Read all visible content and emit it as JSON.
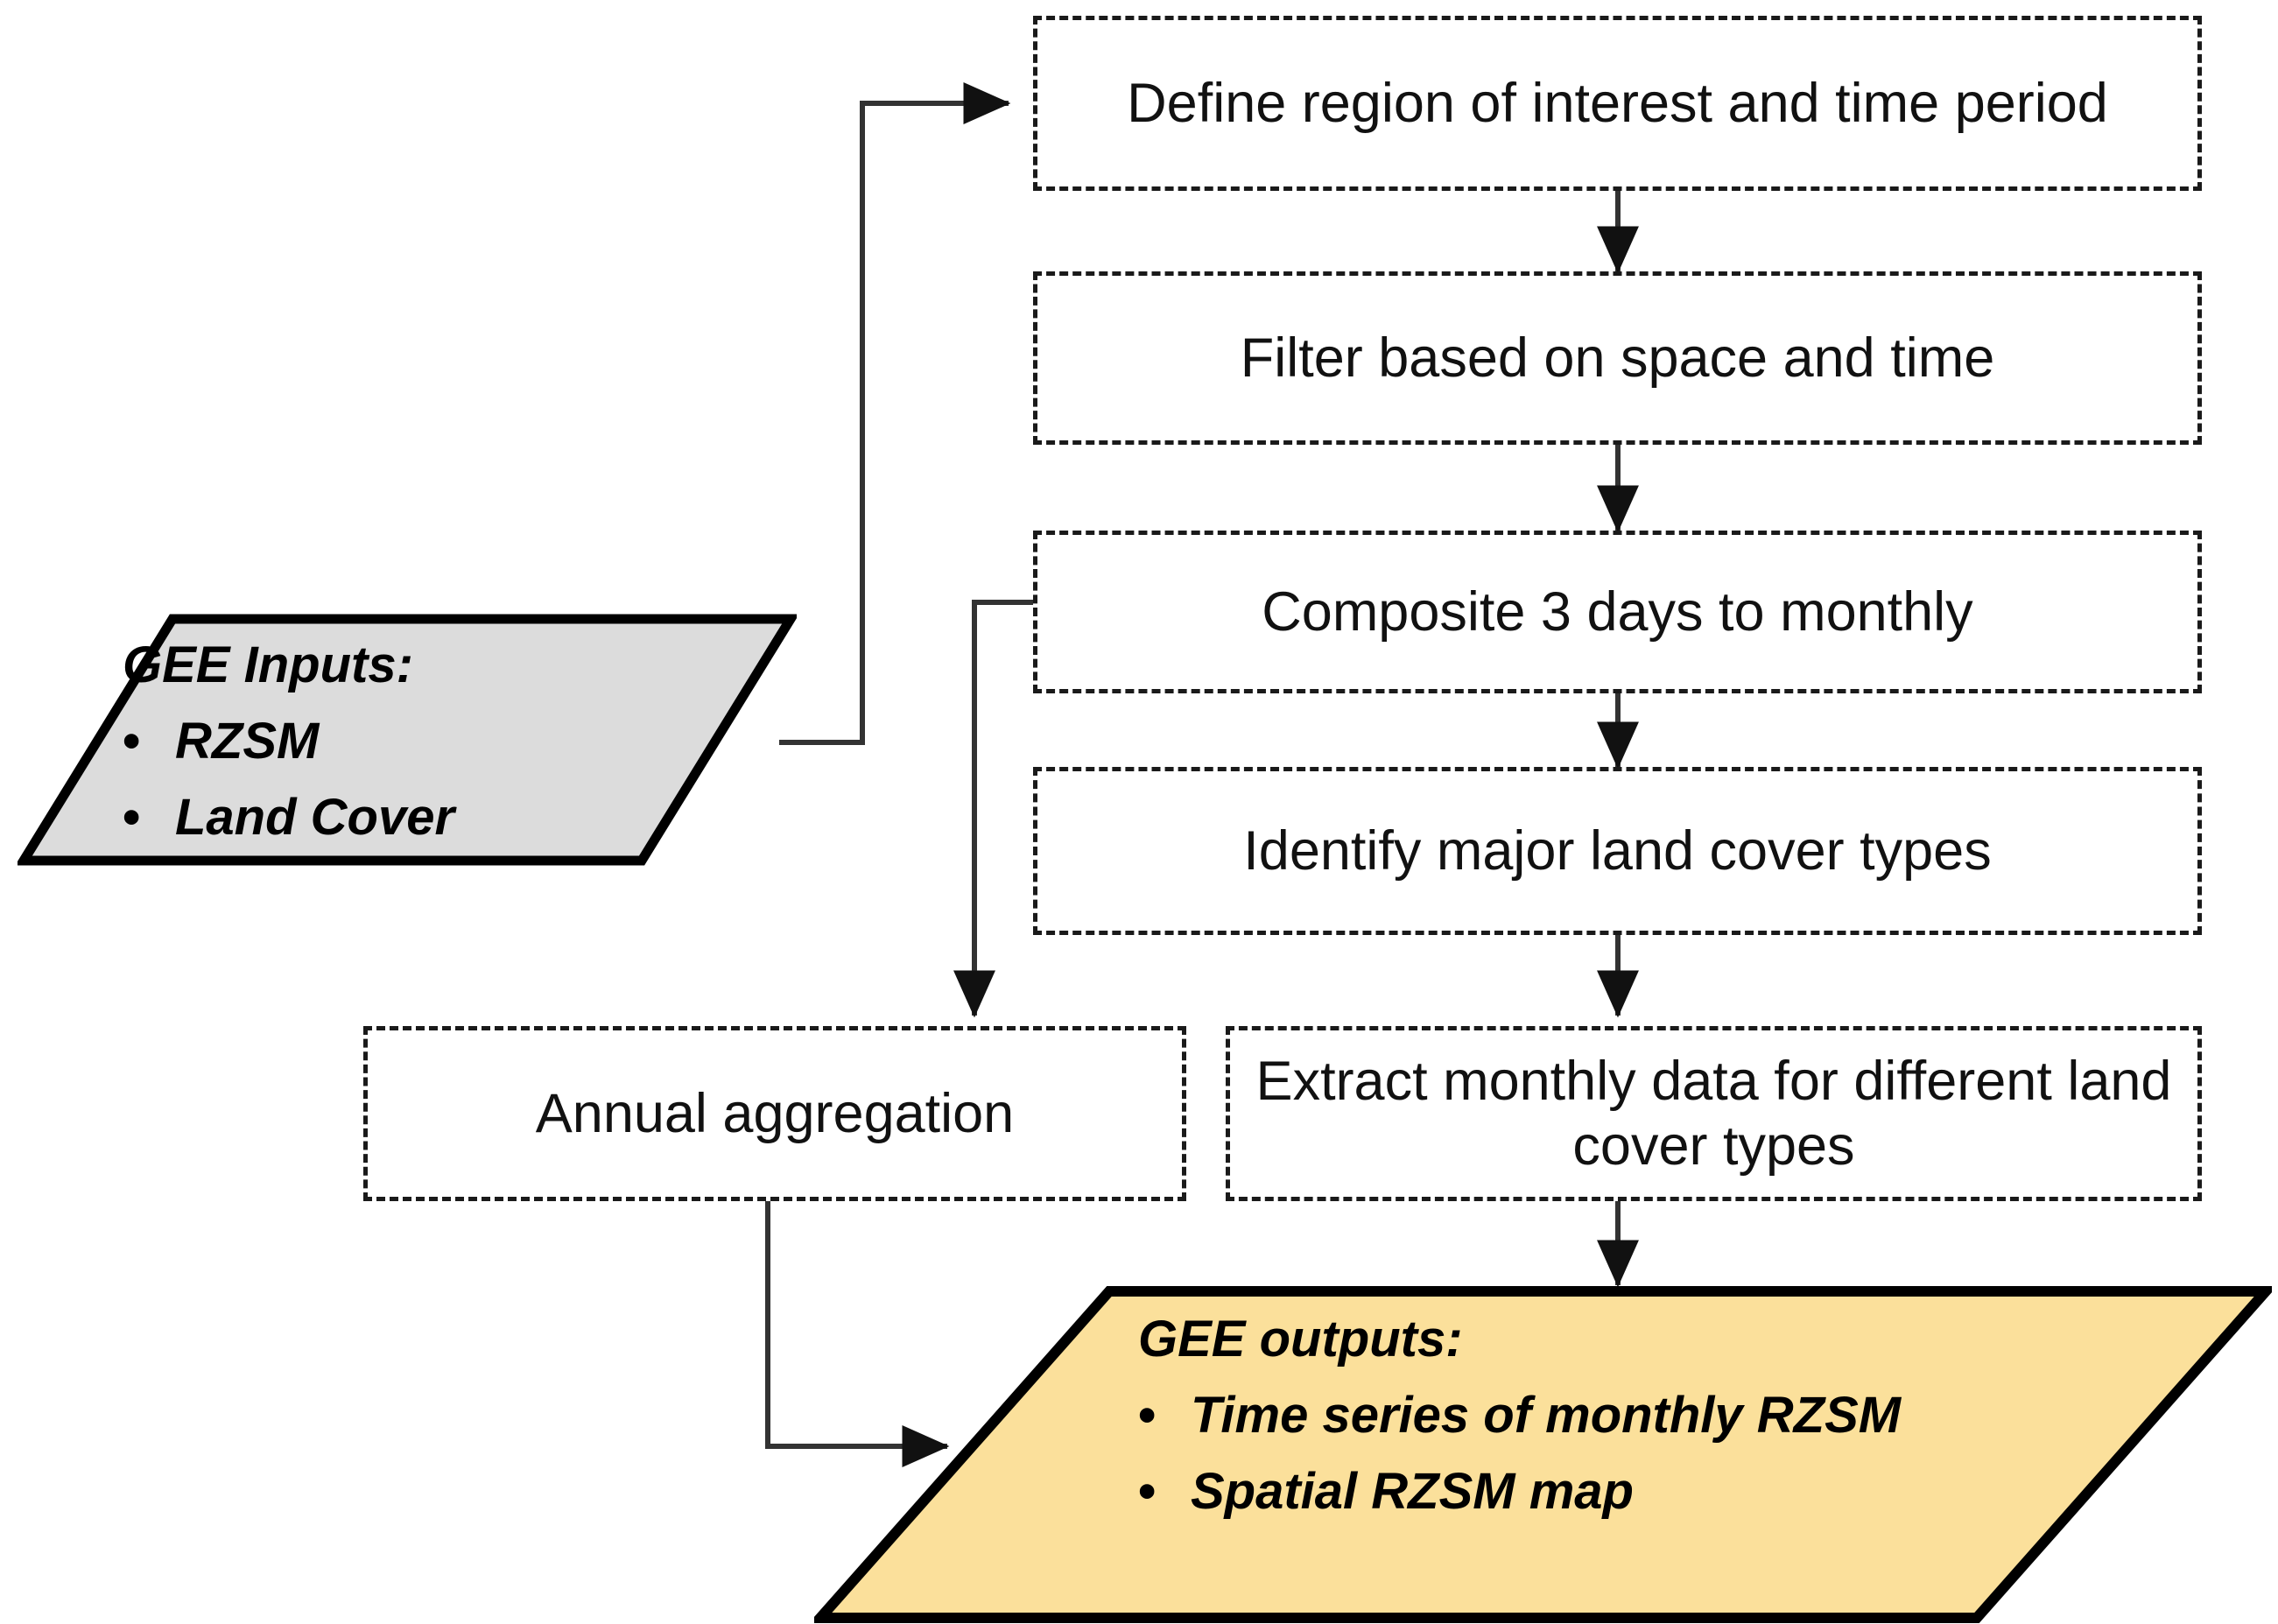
{
  "diagram": {
    "title": "GEE RZSM workflow flowchart",
    "colors": {
      "input_fill": "#DCDCDC",
      "output_fill": "#FBE09B",
      "shape_stroke": "#000000",
      "box_stroke": "#1A1A1A",
      "connector": "#333333",
      "background": "#FFFFFF"
    }
  },
  "nodes": {
    "input": {
      "title": "GEE Inputs:",
      "bullet_glyph": "•",
      "items": [
        "RZSM",
        "Land Cover"
      ]
    },
    "process": [
      {
        "id": "define",
        "label": "Define region of interest and time period"
      },
      {
        "id": "filter",
        "label": "Filter based on space and time"
      },
      {
        "id": "composite",
        "label": "Composite 3 days to monthly"
      },
      {
        "id": "identify",
        "label": "Identify major land cover types"
      },
      {
        "id": "extract",
        "label": "Extract monthly data for different land cover types"
      },
      {
        "id": "annual",
        "label": "Annual aggregation"
      }
    ],
    "output": {
      "title": "GEE outputs:",
      "bullet_glyph": "•",
      "items": [
        "Time series of monthly RZSM",
        "Spatial RZSM map"
      ]
    }
  },
  "edges": [
    {
      "from": "input",
      "to": "define",
      "style": "elbow-right-up"
    },
    {
      "from": "define",
      "to": "filter",
      "style": "straight-down"
    },
    {
      "from": "filter",
      "to": "composite",
      "style": "straight-down"
    },
    {
      "from": "composite",
      "to": "identify",
      "style": "straight-down"
    },
    {
      "from": "composite",
      "to": "annual",
      "style": "elbow-left-down"
    },
    {
      "from": "identify",
      "to": "extract",
      "style": "straight-down"
    },
    {
      "from": "extract",
      "to": "output",
      "style": "straight-down"
    },
    {
      "from": "annual",
      "to": "output",
      "style": "elbow-down-right"
    }
  ]
}
